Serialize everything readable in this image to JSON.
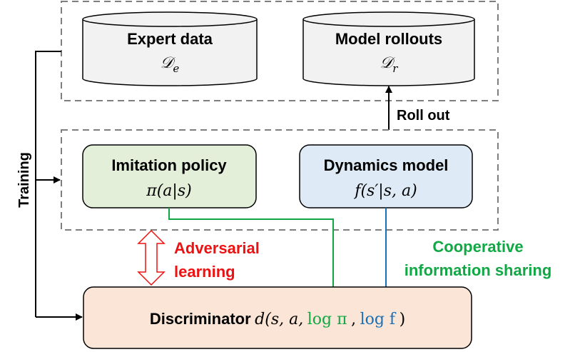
{
  "colors": {
    "red": "#ee1111",
    "green": "#10a844",
    "blue": "#1a6fb5",
    "policy_fill": "#e3efd9",
    "dynamics_fill": "#deebf7",
    "discriminator_fill": "#fbe5d6",
    "db_fill": "#f2f2f2"
  },
  "expert_db": {
    "title": "Expert data",
    "symbol": "𝒟",
    "subscript": "e"
  },
  "rollout_db": {
    "title": "Model rollouts",
    "symbol": "𝒟",
    "subscript": "r"
  },
  "rollout_label": "Roll out",
  "training_label": "Training",
  "policy": {
    "title": "Imitation policy",
    "formula": "π(a|s)"
  },
  "dynamics": {
    "title": "Dynamics model",
    "formula": "f(s′|s, a)"
  },
  "adversarial": {
    "line1": "Adversarial",
    "line2": "learning"
  },
  "cooperative": {
    "line1": "Cooperative",
    "line2": "information sharing"
  },
  "discriminator": {
    "title": "Discriminator",
    "prefix": "d(s, a,",
    "log1": "log π",
    "comma": ",",
    "log2": "log f",
    "suffix": ")"
  }
}
